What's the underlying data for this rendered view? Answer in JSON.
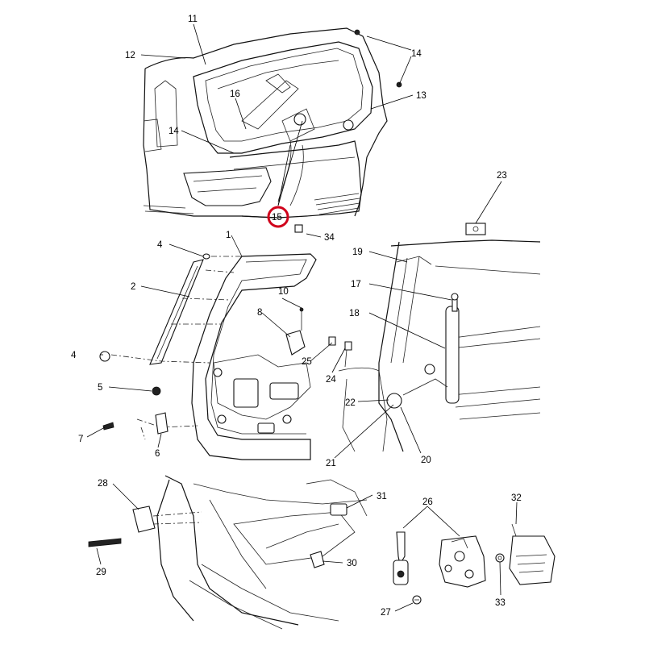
{
  "diagram": {
    "highlight_color": "#d0021b",
    "highlighted_callout": "15",
    "callouts": [
      {
        "id": "c1",
        "text": "1"
      },
      {
        "id": "c2",
        "text": "2"
      },
      {
        "id": "c4a",
        "text": "4"
      },
      {
        "id": "c4b",
        "text": "4"
      },
      {
        "id": "c5",
        "text": "5"
      },
      {
        "id": "c6",
        "text": "6"
      },
      {
        "id": "c7",
        "text": "7"
      },
      {
        "id": "c8",
        "text": "8"
      },
      {
        "id": "c10",
        "text": "10"
      },
      {
        "id": "c11",
        "text": "11"
      },
      {
        "id": "c12",
        "text": "12"
      },
      {
        "id": "c13",
        "text": "13"
      },
      {
        "id": "c14a",
        "text": "14"
      },
      {
        "id": "c14b",
        "text": "14"
      },
      {
        "id": "c15",
        "text": "15"
      },
      {
        "id": "c16",
        "text": "16"
      },
      {
        "id": "c17",
        "text": "17"
      },
      {
        "id": "c18",
        "text": "18"
      },
      {
        "id": "c19",
        "text": "19"
      },
      {
        "id": "c20",
        "text": "20"
      },
      {
        "id": "c21",
        "text": "21"
      },
      {
        "id": "c22",
        "text": "22"
      },
      {
        "id": "c23",
        "text": "23"
      },
      {
        "id": "c24",
        "text": "24"
      },
      {
        "id": "c25",
        "text": "25"
      },
      {
        "id": "c26",
        "text": "26"
      },
      {
        "id": "c27",
        "text": "27"
      },
      {
        "id": "c28",
        "text": "28"
      },
      {
        "id": "c29",
        "text": "29"
      },
      {
        "id": "c30",
        "text": "30"
      },
      {
        "id": "c31",
        "text": "31"
      },
      {
        "id": "c32",
        "text": "32"
      },
      {
        "id": "c33",
        "text": "33"
      },
      {
        "id": "c34",
        "text": "34"
      }
    ]
  }
}
